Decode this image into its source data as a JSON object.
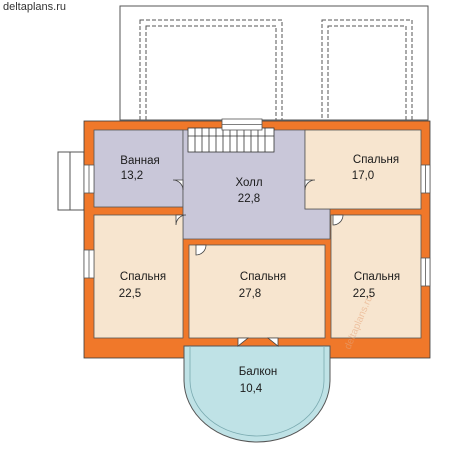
{
  "site": "deltaplans.ru",
  "watermark": "deltaplans.ru",
  "colors": {
    "wall": "#f0782a",
    "bath": "#c9c7d9",
    "hall": "#c9c7d9",
    "bedroom": "#f7e5cf",
    "balcony": "#bfe2e6"
  },
  "rooms": [
    {
      "id": "bath",
      "name": "Ванная",
      "area": "13,2"
    },
    {
      "id": "hall",
      "name": "Холл",
      "area": "22,8"
    },
    {
      "id": "bed_ne",
      "name": "Спальня",
      "area": "17,0"
    },
    {
      "id": "bed_w",
      "name": "Спальня",
      "area": "22,5"
    },
    {
      "id": "bed_c",
      "name": "Спальня",
      "area": "27,8"
    },
    {
      "id": "bed_e",
      "name": "Спальня",
      "area": "22,5"
    },
    {
      "id": "balcony",
      "name": "Балкон",
      "area": "10,4"
    }
  ]
}
